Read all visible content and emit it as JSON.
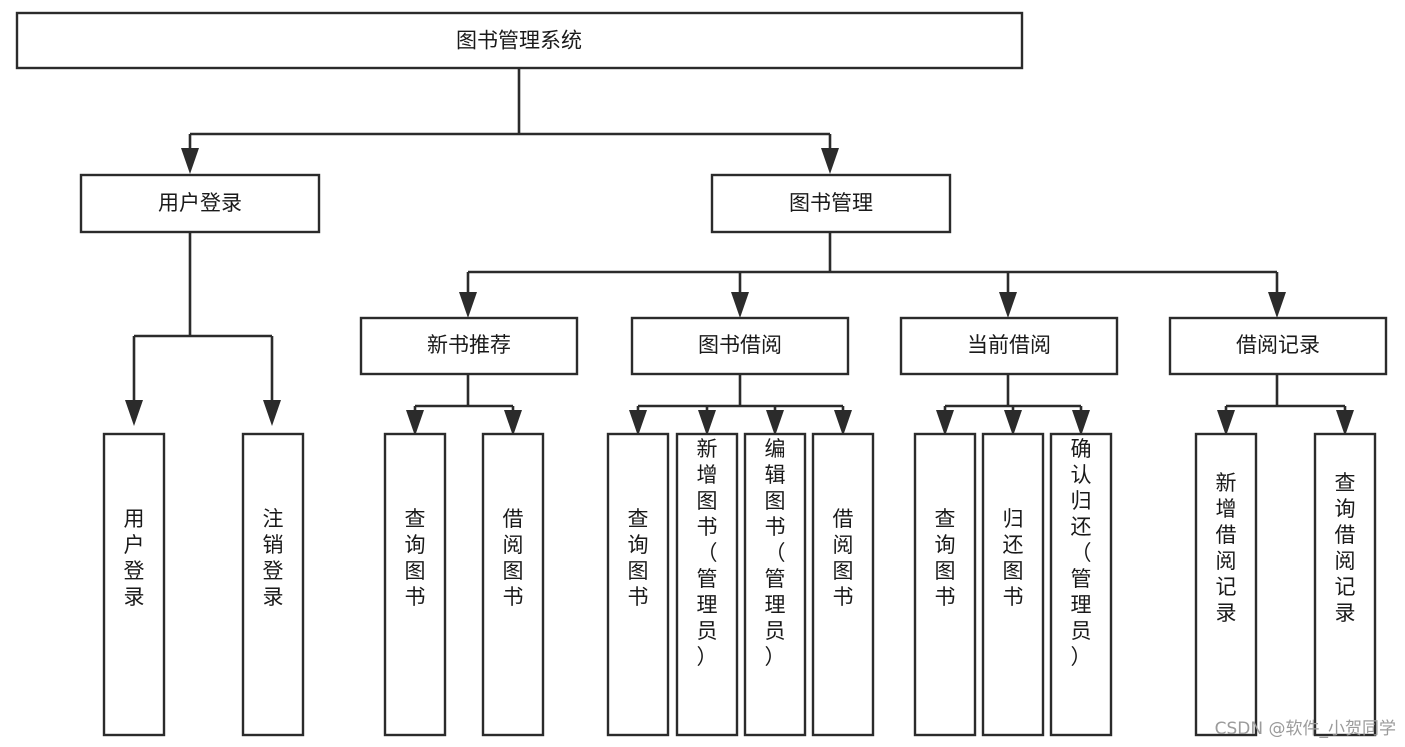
{
  "diagram": {
    "title": "图书管理系统",
    "root": {
      "id": "root",
      "label": "图书管理系统"
    },
    "level1": [
      {
        "id": "user-login",
        "label": "用户登录"
      },
      {
        "id": "book-management",
        "label": "图书管理"
      }
    ],
    "level2": [
      {
        "id": "new-book-recommend",
        "label": "新书推荐",
        "parent": "book-management"
      },
      {
        "id": "book-borrow",
        "label": "图书借阅",
        "parent": "book-management"
      },
      {
        "id": "current-borrow",
        "label": "当前借阅",
        "parent": "book-management"
      },
      {
        "id": "borrow-record",
        "label": "借阅记录",
        "parent": "book-management"
      }
    ],
    "leaves": [
      {
        "id": "leaf-user-login",
        "label": "用户登录",
        "parent": "user-login"
      },
      {
        "id": "leaf-logout-login",
        "label": "注销登录",
        "parent": "user-login"
      },
      {
        "id": "leaf-query-book-1",
        "label": "查询图书",
        "parent": "new-book-recommend"
      },
      {
        "id": "leaf-borrow-book-1",
        "label": "借阅图书",
        "parent": "new-book-recommend"
      },
      {
        "id": "leaf-query-book-2",
        "label": "查询图书",
        "parent": "book-borrow"
      },
      {
        "id": "leaf-add-book",
        "label": "新增图书（管理员）",
        "parent": "book-borrow"
      },
      {
        "id": "leaf-edit-book",
        "label": "编辑图书（管理员）",
        "parent": "book-borrow"
      },
      {
        "id": "leaf-borrow-book-2",
        "label": "借阅图书",
        "parent": "book-borrow"
      },
      {
        "id": "leaf-query-book-3",
        "label": "查询图书",
        "parent": "current-borrow"
      },
      {
        "id": "leaf-return-book",
        "label": "归还图书",
        "parent": "current-borrow"
      },
      {
        "id": "leaf-confirm-return",
        "label": "确认归还（管理员）",
        "parent": "current-borrow"
      },
      {
        "id": "leaf-add-record",
        "label": "新增借阅记录",
        "parent": "borrow-record"
      },
      {
        "id": "leaf-query-record",
        "label": "查询借阅记录",
        "parent": "borrow-record"
      }
    ],
    "colors": {
      "stroke": "#2b2b2b",
      "fill": "#ffffff",
      "text": "#1a1a1a",
      "watermark": "#9b9b9b"
    }
  },
  "watermark": {
    "text": "CSDN @软件_小贺同学"
  }
}
